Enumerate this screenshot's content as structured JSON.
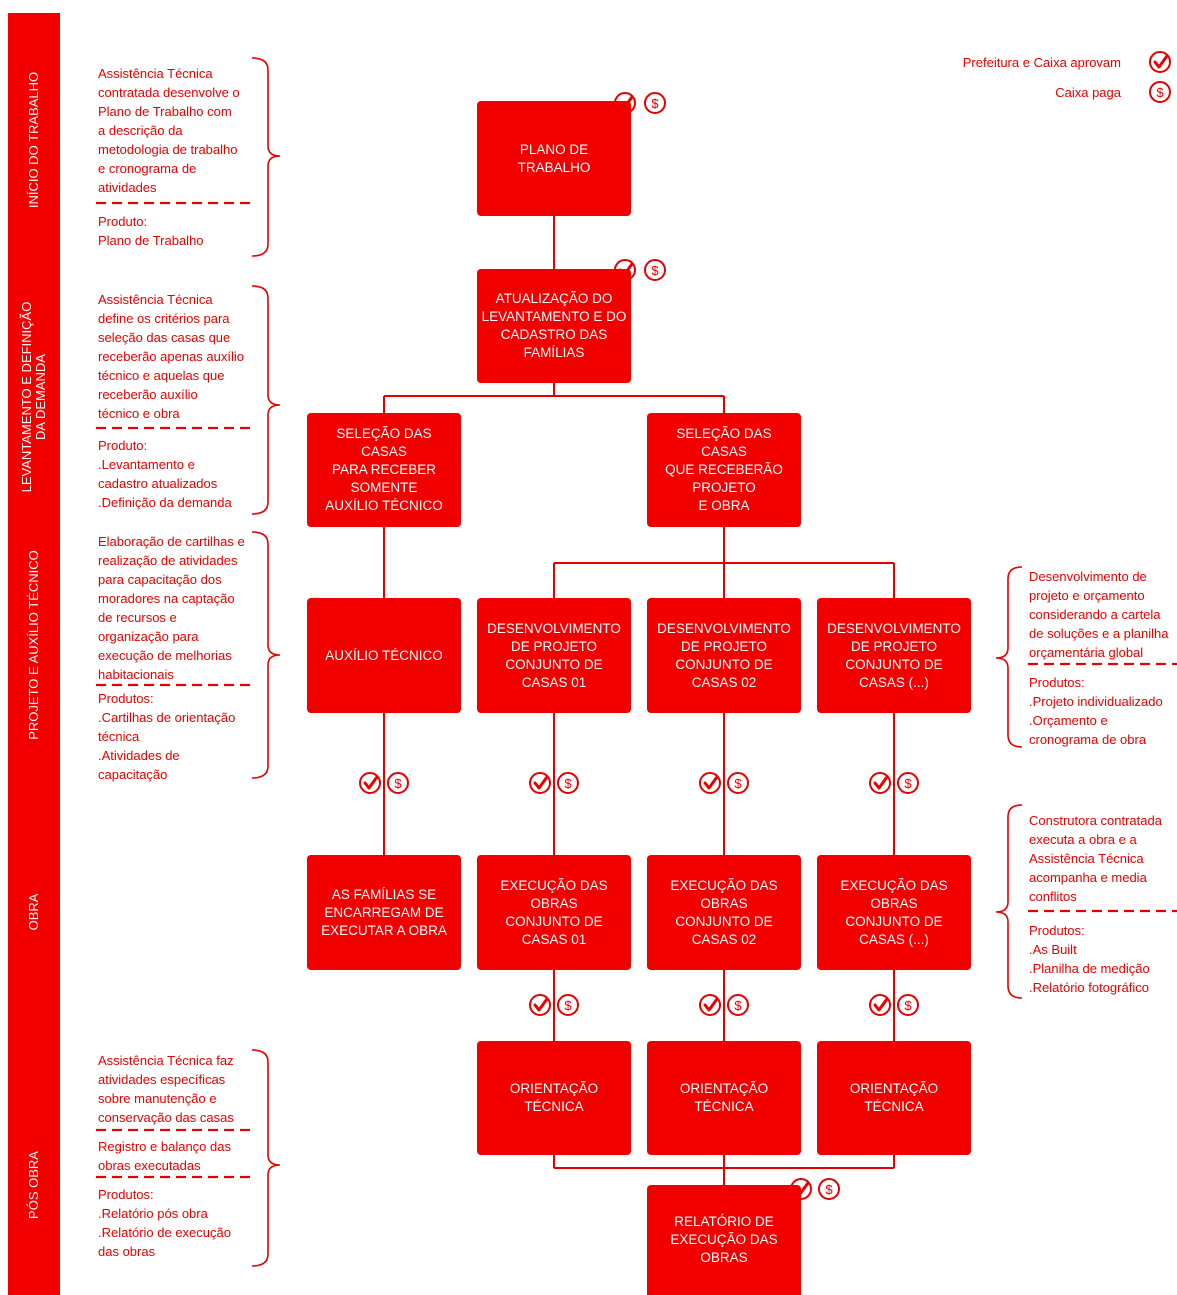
{
  "colors": {
    "accent": "#f20000",
    "background": "#ffffff"
  },
  "phases": [
    {
      "id": "inicio",
      "label": "INÍCIO DO TRABALHO"
    },
    {
      "id": "levantamento",
      "label": "LEVANTAMENTO E DEFINIÇÃO\nDA DEMANDA"
    },
    {
      "id": "projeto",
      "label": "PROJETO E AUXÍLIO TÉCNICO"
    },
    {
      "id": "obra",
      "label": "OBRA"
    },
    {
      "id": "pos",
      "label": "PÓS OBRA"
    }
  ],
  "legend": {
    "approve_label": "Prefeitura e Caixa aprovam",
    "approve_icon": "check-icon",
    "pay_label": "Caixa paga",
    "pay_icon": "dollar-icon"
  },
  "boxes": {
    "plano": "PLANO DE\nTRABALHO",
    "atualizacao": "ATUALIZAÇÃO DO\nLEVANTAMENTO E DO\nCADASTRO DAS\nFAMÍLIAS",
    "selecao_auxilio": "SELEÇÃO DAS\nCASAS\nPARA RECEBER\nSOMENTE\nAUXÍLIO TÉCNICO",
    "selecao_obra": "SELEÇÃO DAS\nCASAS\nQUE RECEBERÃO\nPROJETO\nE OBRA",
    "auxilio": "AUXÍLIO TÉCNICO",
    "proj_01": "DESENVOLVIMENTO\nDE PROJETO\nCONJUNTO DE\nCASAS 01",
    "proj_02": "DESENVOLVIMENTO\nDE PROJETO\nCONJUNTO DE\nCASAS 02",
    "proj_n": "DESENVOLVIMENTO\nDE PROJETO\nCONJUNTO DE\nCASAS (...)",
    "familias": "AS FAMÍLIAS SE\nENCARREGAM DE\nEXECUTAR A OBRA",
    "exec_01": "EXECUÇÃO DAS\nOBRAS\nCONJUNTO DE\nCASAS 01",
    "exec_02": "EXECUÇÃO DAS\nOBRAS\nCONJUNTO DE\nCASAS 02",
    "exec_n": "EXECUÇÃO DAS\nOBRAS\nCONJUNTO DE\nCASAS (...)",
    "orient_01": "ORIENTAÇÃO\nTÉCNICA",
    "orient_02": "ORIENTAÇÃO\nTÉCNICA",
    "orient_n": "ORIENTAÇÃO\nTÉCNICA",
    "relatorio": "RELATÓRIO DE\nEXECUÇÃO DAS\nOBRAS"
  },
  "notes": {
    "inicio_desc": "Assistência Técnica\ncontratada desenvolve o\nPlano de Trabalho com\na descrição da\nmetodologia de trabalho\ne cronograma de\natividades",
    "inicio_prod": "Produto:\nPlano de Trabalho",
    "lev_desc": "Assistência Técnica\ndefine os critérios para\nseleção das casas que\nreceberão apenas auxílio\ntécnico e aquelas que\nreceberão auxílio\ntécnico e obra",
    "lev_prod": "Produto:\n.Levantamento e\ncadastro atualizados\n.Definição da demanda",
    "proj_desc": "Elaboração de cartilhas e\nrealização de atividades\npara capacitação dos\nmoradores na captação\nde recursos e\norganização para\nexecução de melhorias\nhabitacionais",
    "proj_prod": "Produtos:\n.Cartilhas de orientação\ntécnica\n.Atividades de\ncapacitação",
    "dev_desc": "Desenvolvimento de\nprojeto e orçamento\nconsiderando a cartela\nde soluções e a planilha\norçamentária global",
    "dev_prod": "Produtos:\n.Projeto individualizado\n.Orçamento e\ncronograma de obra",
    "obra_desc": "Construtora contratada\nexecuta a obra e a\nAssistência Técnica\nacompanha e media\nconflitos",
    "obra_prod": "Produtos:\n.As Built\n.Planilha de medição\n.Relatório fotográfico",
    "pos_desc1": "Assistência Técnica faz\natividades específicas\nsobre manutenção e\nconservação das casas",
    "pos_desc2": "Registro e balanço das\nobras executadas",
    "pos_prod": "Produtos:\n.Relatório pós obra\n.Relatório de execução\ndas obras"
  }
}
